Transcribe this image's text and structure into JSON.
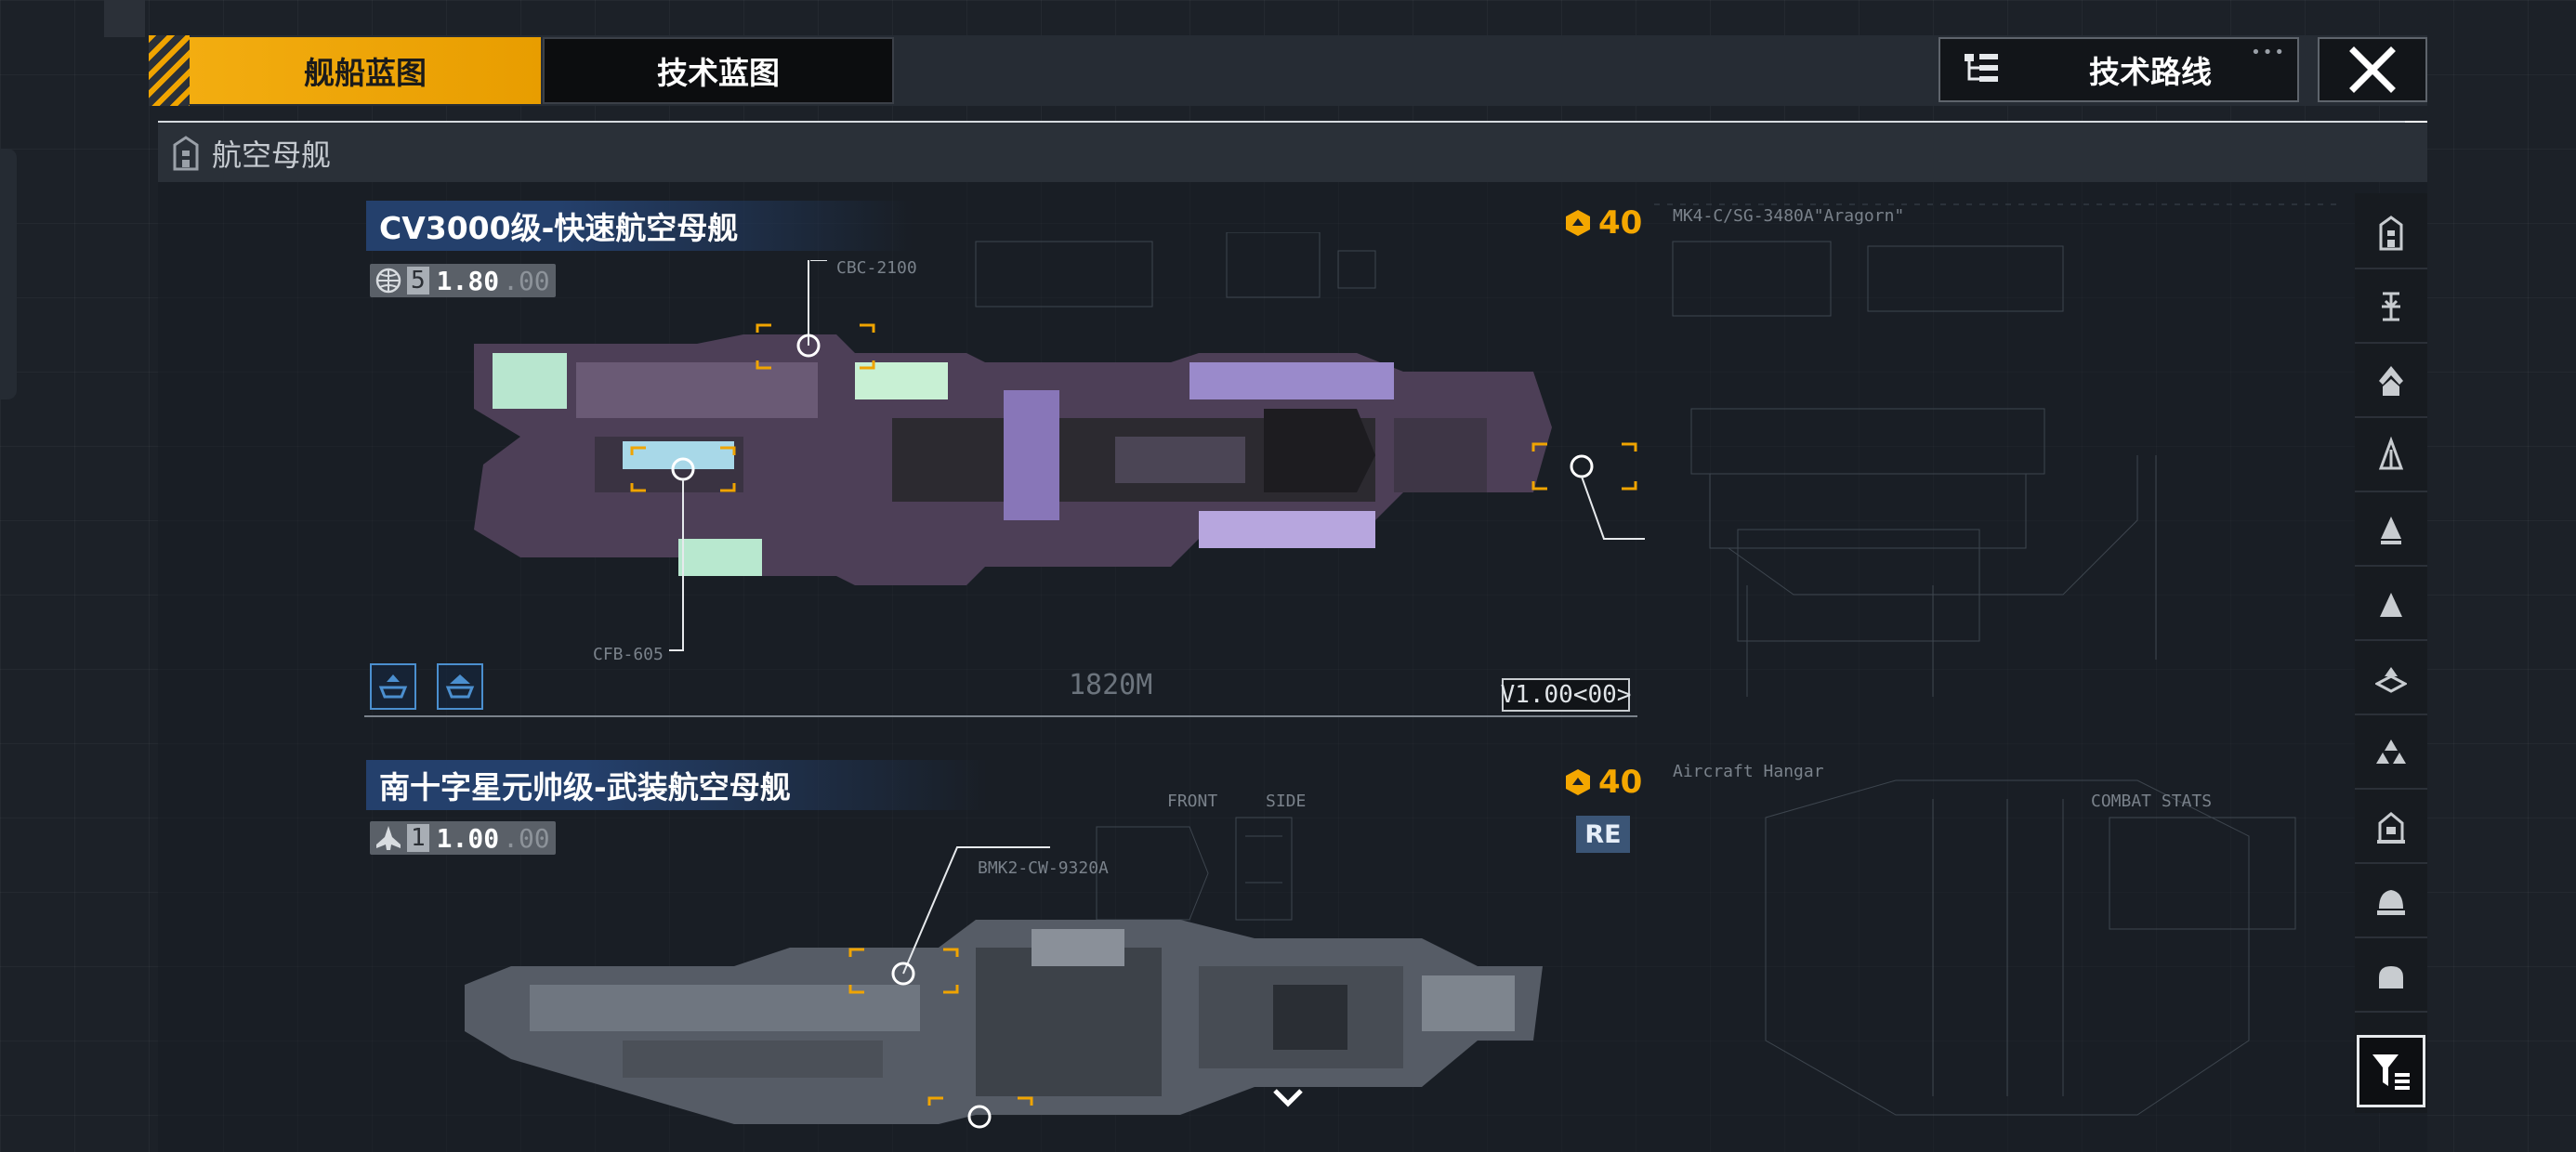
{
  "tabs": [
    {
      "label": "舰船蓝图",
      "active": true
    },
    {
      "label": "技术蓝图",
      "active": false
    }
  ],
  "tech_route_label": "技术路线",
  "category": "航空母舰",
  "ships": [
    {
      "name": "CV3000级-快速航空母舰",
      "level": "5",
      "value": "1.80",
      "value_suffix": ".00",
      "cost": "40",
      "version": "V1.00<00>",
      "length_label": "1820M"
    },
    {
      "name": "南十字星元帅级-武装航空母舰",
      "level": "1",
      "value": "1.00",
      "value_suffix": ".00",
      "cost": "40",
      "badge": "RE"
    }
  ],
  "annotations": {
    "cbc": "CBC-2100",
    "cfb": "CFB-605",
    "bmk": "BMK2-CW-9320A",
    "blueprint_title": "MK4-C/SG-3480A\"Aragorn\"",
    "aircraft_hangar": "Aircraft Hangar",
    "combat_stats": "COMBAT STATS",
    "front": "FRONT",
    "side": "SIDE"
  },
  "colors": {
    "accent": "#f0a400",
    "title_bg": "#24406c",
    "badge_bg": "#3b5576",
    "module_border": "#4b8fcf"
  },
  "icons": [
    "category-carrier-icon",
    "close-icon",
    "tree-icon",
    "global-icon",
    "fighter-icon",
    "ship-cost-icon",
    "module-icon",
    "chevron-down-icon",
    "filter-icon"
  ]
}
